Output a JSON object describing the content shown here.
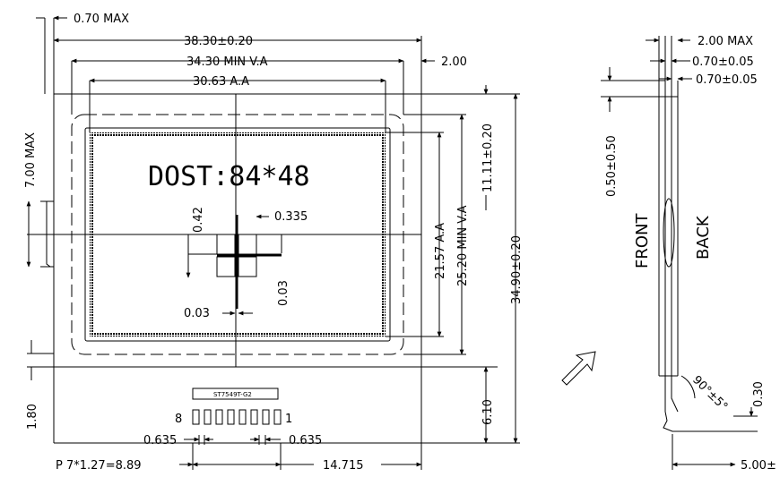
{
  "front": {
    "thickness_max": "0.70 MAX",
    "outline_width": "38.30±0.20",
    "va_width": "34.30 MIN V.A",
    "edge_offset": "2.00",
    "aa_width": "30.63 A.A",
    "top_offset": "11.11±0.20",
    "left_offset": "7.00 MAX",
    "display_label": "DOST:84*48",
    "pixel_height": "0.42",
    "pixel_width": "0.335",
    "pixel_gap_v": "0.03",
    "pixel_gap_h": "0.03",
    "aa_height": "21.57 A.A",
    "va_height": "25.20 MIN V.A",
    "outline_height": "34.90±0.20",
    "bottom_margin": "1.80",
    "tail_height": "6.10",
    "ic_label": "ST7549T-G2",
    "pin_first": "8",
    "pin_last": "1",
    "pin_width_left": "0.635",
    "pin_width_right": "0.635",
    "pitch_label": "P 7*1.27=8.89",
    "pin_offset": "14.715"
  },
  "side": {
    "total_thickness": "2.00 MAX",
    "layer_1": "0.70±0.05",
    "layer_2": "0.70±0.05",
    "top_offset": "0.50±0.50",
    "front_label": "FRONT",
    "back_label": "BACK",
    "bend_angle": "90°±5°",
    "lead_thickness": "0.30",
    "lead_length": "5.00±"
  }
}
